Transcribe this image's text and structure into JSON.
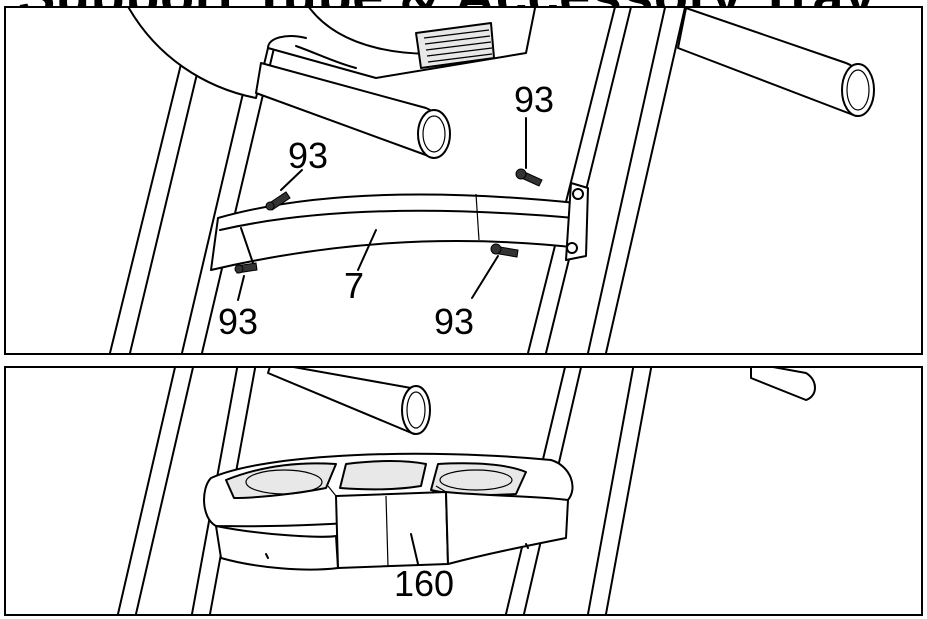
{
  "heading": "Support Tube & Accessory Tray",
  "top_panel": {
    "labels": {
      "screw_upper_left": "93",
      "screw_upper_right": "93",
      "screw_lower_left": "93",
      "screw_lower_right": "93",
      "support_tube": "7"
    }
  },
  "bottom_panel": {
    "labels": {
      "accessory_tray": "160"
    }
  }
}
